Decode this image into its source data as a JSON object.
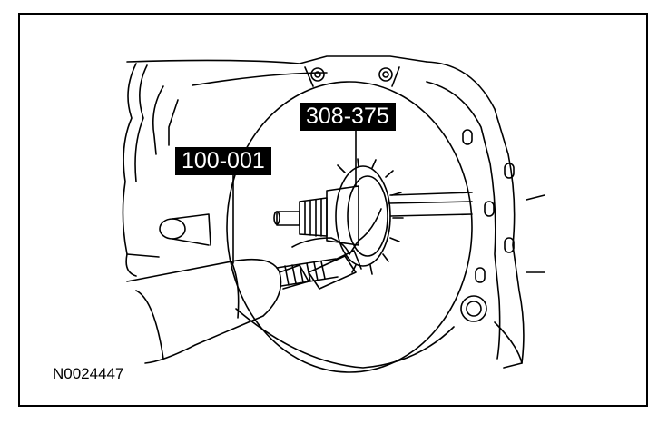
{
  "callouts": {
    "tool_1": "100-001",
    "tool_2": "308-375"
  },
  "figure_id": "N0024447",
  "colors": {
    "ink": "#000000",
    "paper": "#ffffff"
  },
  "icons": [
    "transmission-housing-illustration",
    "slide-hammer-illustration",
    "seal-remover-illustration"
  ]
}
